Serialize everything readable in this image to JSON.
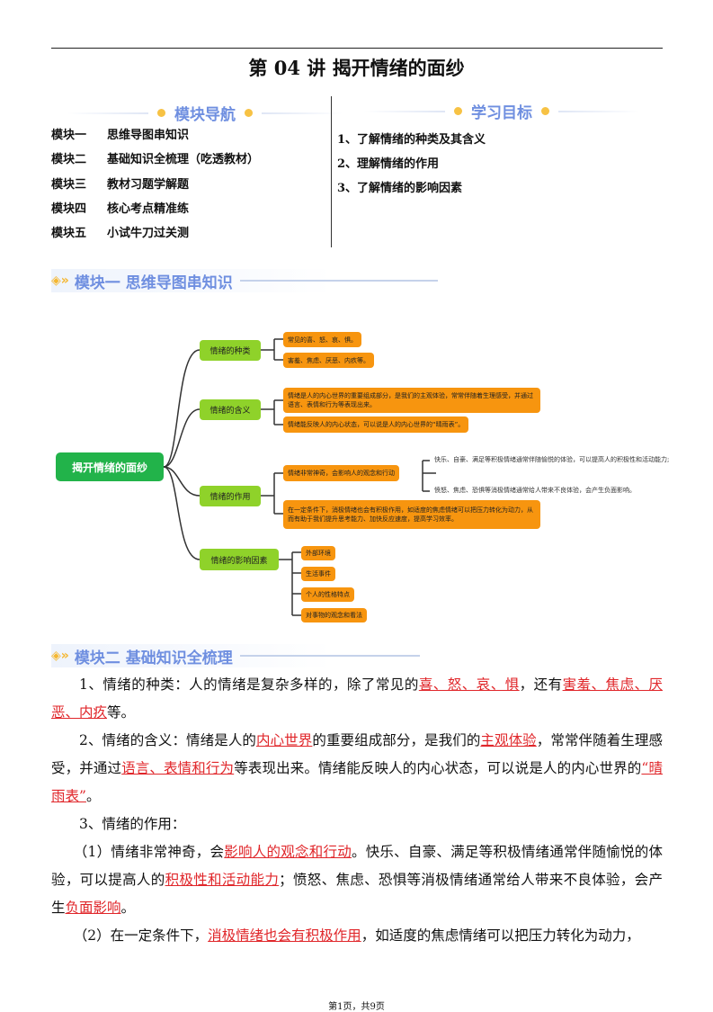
{
  "title": "第 04 讲  揭开情绪的面纱",
  "nav": {
    "heading": "模块导航",
    "items": [
      {
        "k": "模块一",
        "v": "思维导图串知识"
      },
      {
        "k": "模块二",
        "v": "基础知识全梳理（吃透教材）"
      },
      {
        "k": "模块三",
        "v": "教材习题学解题"
      },
      {
        "k": "模块四",
        "v": "核心考点精准练"
      },
      {
        "k": "模块五",
        "v": "小试牛刀过关测"
      }
    ]
  },
  "goals": {
    "heading": "学习目标",
    "items": [
      "1、了解情绪的种类及其含义",
      "2、理解情绪的作用",
      "3、了解情绪的影响因素"
    ]
  },
  "module1": "模块一 思维导图串知识",
  "mindmap": {
    "root": "揭开情绪的面纱",
    "types": {
      "label": "情绪的种类",
      "items": [
        "常见的喜、怒、哀、惧。",
        "害羞、焦虑、厌恶、内疚等。"
      ]
    },
    "meaning": {
      "label": "情绪的含义",
      "items": [
        "情绪是人的内心世界的重要组成部分，是我们的主观体验，常常伴随着生理感受，并通过语言、表情和行为等表现出来。",
        "情绪能反映人的内心状态，可以说是人的内心世界的“晴雨表”。"
      ]
    },
    "role": {
      "label": "情绪的作用",
      "item1": "情绪非常神奇，会影响人的观念和行动",
      "sub": [
        "快乐、自豪、满足等积极情绪通常伴随愉悦的体验，可以提高人的积极性和活动能力;",
        "愤怒、焦虑、恐惧等消极情绪通常给人带来不良体验，会产生负面影响。"
      ],
      "item2": "在一定条件下，消极情绪也会有积极作用，如适度的焦虑情绪可以把压力转化为动力，从而有助于我们提升思考能力、加快反应速度，提高学习效率。"
    },
    "factors": {
      "label": "情绪的影响因素",
      "items": [
        "外部环境",
        "生活事件",
        "个人的性格特点",
        "对事物的观念和看法"
      ]
    }
  },
  "module2": "模块二 基础知识全梳理",
  "paragraphs": [
    [
      {
        "t": "1、情绪的种类：人的情绪是复杂多样的，除了常见的"
      },
      {
        "t": "喜、怒、哀、惧",
        "u": 1
      },
      {
        "t": "，还有"
      },
      {
        "t": "害羞、焦虑、厌恶、内疚",
        "u": 1
      },
      {
        "t": "等。"
      }
    ],
    [
      {
        "t": "2、情绪的含义：情绪是人的"
      },
      {
        "t": "内心世界",
        "u": 1
      },
      {
        "t": "的重要组成部分，是我们的"
      },
      {
        "t": "主观体验",
        "u": 1
      },
      {
        "t": "，常常伴随着生理感受，并通过"
      },
      {
        "t": "语言、表情和行为",
        "u": 1
      },
      {
        "t": "等表现出来。情绪能反映人的内心状态，可以说是人的内心世界的"
      },
      {
        "t": "“晴雨表”",
        "u": 1
      },
      {
        "t": "。"
      }
    ],
    [
      {
        "t": "3、情绪的作用："
      }
    ],
    [
      {
        "t": "（1）情绪非常神奇，会"
      },
      {
        "t": "影响人的观念和行动",
        "u": 1
      },
      {
        "t": "。快乐、自豪、满足等积极情绪通常伴随愉悦的体验，可以提高人的"
      },
      {
        "t": "积极性和活动能力",
        "u": 1
      },
      {
        "t": "；愤怒、焦虑、恐惧等消极情绪通常给人带来不良体验，会产生"
      },
      {
        "t": "负面影响",
        "u": 1
      },
      {
        "t": "。"
      }
    ],
    [
      {
        "t": "（2）在一定条件下，"
      },
      {
        "t": "消极情绪也会有积极作用",
        "u": 1
      },
      {
        "t": "，如适度的焦虑情绪可以把压力转化为动力，"
      }
    ]
  ],
  "footer": "第1页，共9页",
  "colors": {
    "accent": "#6f8fe0",
    "green": "#8fd22a",
    "root": "#22b34a",
    "orange": "#f7950f",
    "red": "#e0262a"
  }
}
